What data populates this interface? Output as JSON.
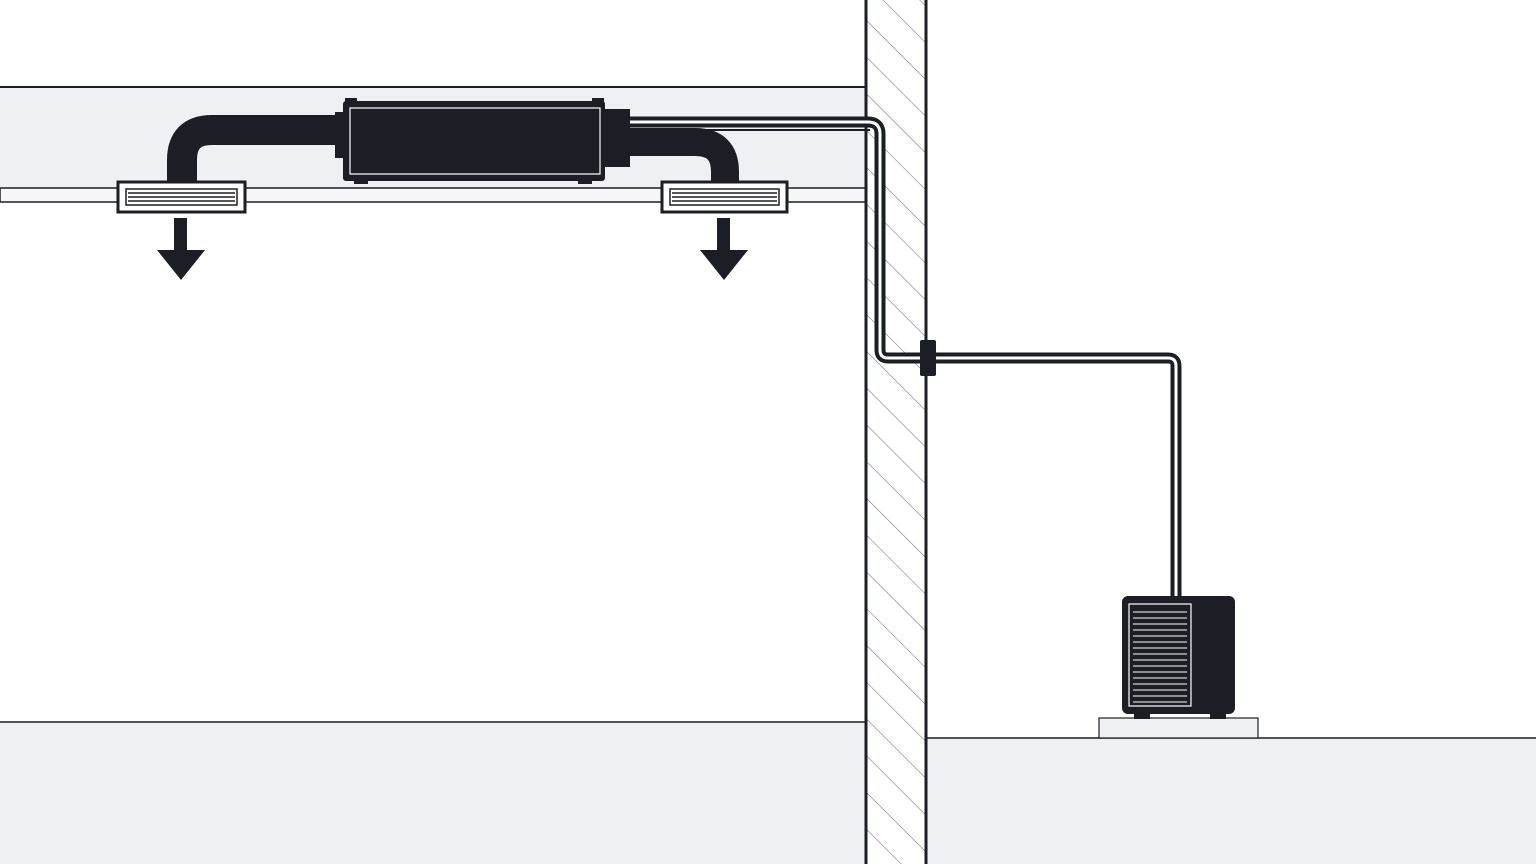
{
  "diagram": {
    "kind": "ducted-split-air-conditioner-section",
    "components": [
      {
        "id": "indoor-unit",
        "icon": "ducted-indoor-unit"
      },
      {
        "id": "supply-duct-left",
        "icon": "duct-elbow"
      },
      {
        "id": "supply-duct-right",
        "icon": "duct-elbow"
      },
      {
        "id": "ceiling-diffuser-left",
        "icon": "ceiling-grille"
      },
      {
        "id": "ceiling-diffuser-right",
        "icon": "ceiling-grille"
      },
      {
        "id": "airflow-left",
        "icon": "arrow-down-icon"
      },
      {
        "id": "airflow-right",
        "icon": "arrow-down-icon"
      },
      {
        "id": "refrigerant-line",
        "icon": "pipe"
      },
      {
        "id": "wall-penetration",
        "icon": "wall-sleeve"
      },
      {
        "id": "exterior-wall",
        "icon": "hatched-wall"
      },
      {
        "id": "outdoor-unit",
        "icon": "condenser-unit"
      },
      {
        "id": "outdoor-pad",
        "icon": "concrete-pad"
      }
    ],
    "colors": {
      "equipment": "#1b1e25",
      "ceiling_void": "#eff0f4",
      "floor": "#eff0f4",
      "room": "#ffffff",
      "wall_hatch": "#7a7d85",
      "pad": "#eef0f2"
    }
  }
}
